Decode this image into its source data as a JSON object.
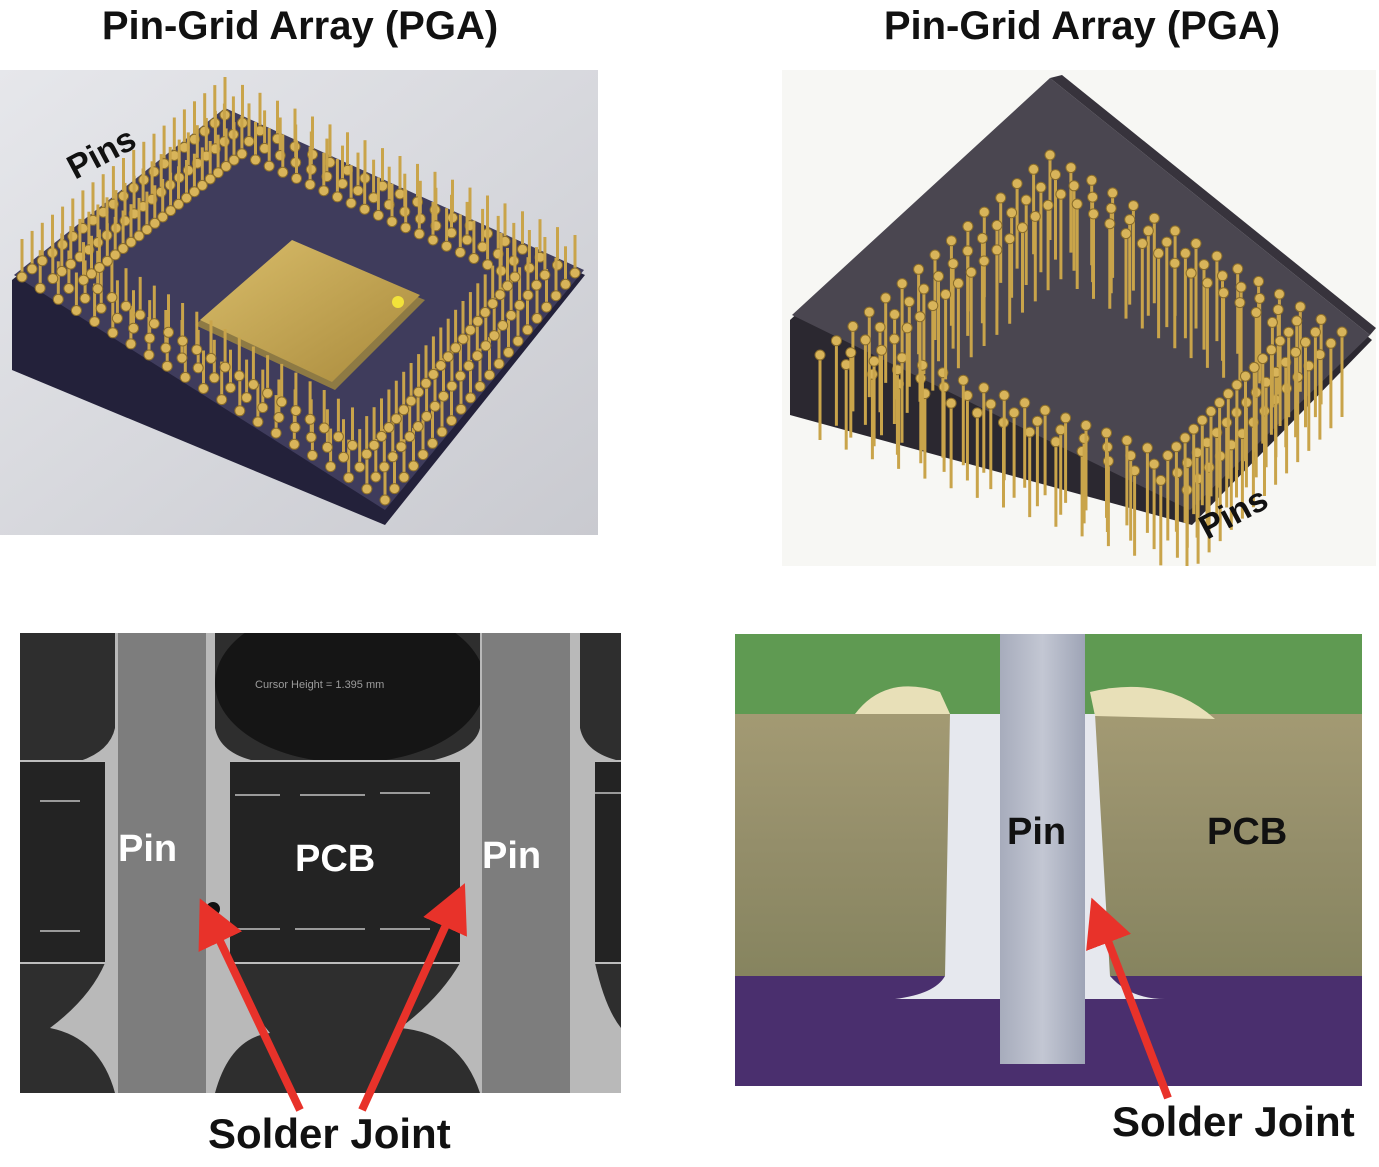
{
  "top_left": {
    "title": "Pin-Grid Array (PGA)",
    "label": "Pins"
  },
  "top_right": {
    "title": "Pin-Grid Array (PGA)",
    "label": "Pins"
  },
  "bottom_left": {
    "readout": "Cursor Height = 1.395 mm",
    "pin_left": "Pin",
    "pcb": "PCB",
    "pin_right": "Pin",
    "caption": "Solder Joint"
  },
  "bottom_right": {
    "pin": "Pin",
    "pcb": "PCB",
    "caption": "Solder Joint"
  },
  "colors": {
    "arrow": "#e8322a",
    "gold": "#c9a44a",
    "substrate": "#3d3b52",
    "pcb_green": "#5f9a52"
  }
}
